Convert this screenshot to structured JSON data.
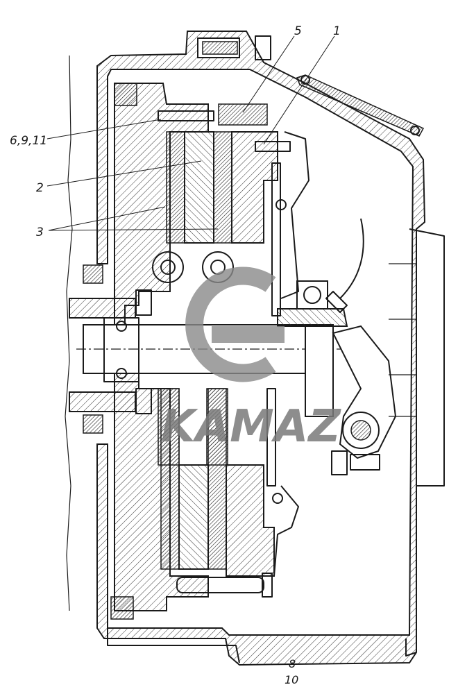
{
  "callouts": {
    "c5": "5",
    "c1": "1",
    "c6911": "6,9,11",
    "c2": "2",
    "c3": "3"
  },
  "page_numbers": {
    "top": "8",
    "bottom": "10"
  },
  "watermark": {
    "brand": "KAMAZ",
    "color": "#8a8a8a"
  }
}
